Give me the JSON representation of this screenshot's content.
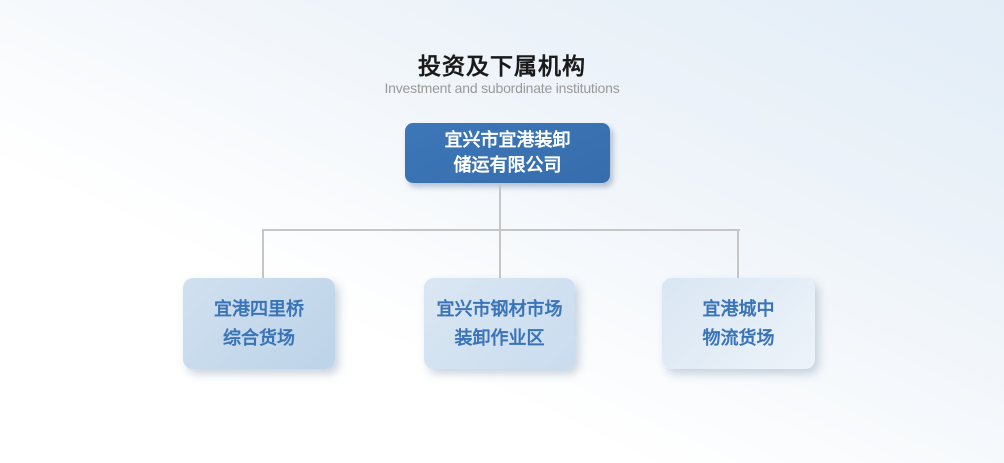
{
  "page": {
    "title": "投资及下属机构",
    "subtitle": "Investment and subordinate institutions"
  },
  "org_chart": {
    "root": {
      "name_line1": "宜兴市宜港装卸",
      "name_line2": "储运有限公司"
    },
    "children": [
      {
        "name_line1": "宜港四里桥",
        "name_line2": "综合货场"
      },
      {
        "name_line1": "宜兴市钢材市场",
        "name_line2": "装卸作业区"
      },
      {
        "name_line1": "宜港城中",
        "name_line2": "物流货场"
      }
    ]
  },
  "colors": {
    "title-text": "#1a1a1a",
    "subtitle-text": "#999999",
    "bg-top": "#e2edf7",
    "bg-bottom": "#ffffff",
    "connector": "#c6c6c6",
    "root-box-start": "#3d77b8",
    "root-box-end": "#366dac",
    "root-box-text": "#ffffff",
    "child-text": "#3a74b8",
    "child1-start": "#d0e0ef",
    "child1-end": "#bdd3e9",
    "child2-start": "#dbe7f3",
    "child2-end": "#c9dcee",
    "child3-start": "#d9e6f3",
    "child3-end": "#edf3f9"
  }
}
